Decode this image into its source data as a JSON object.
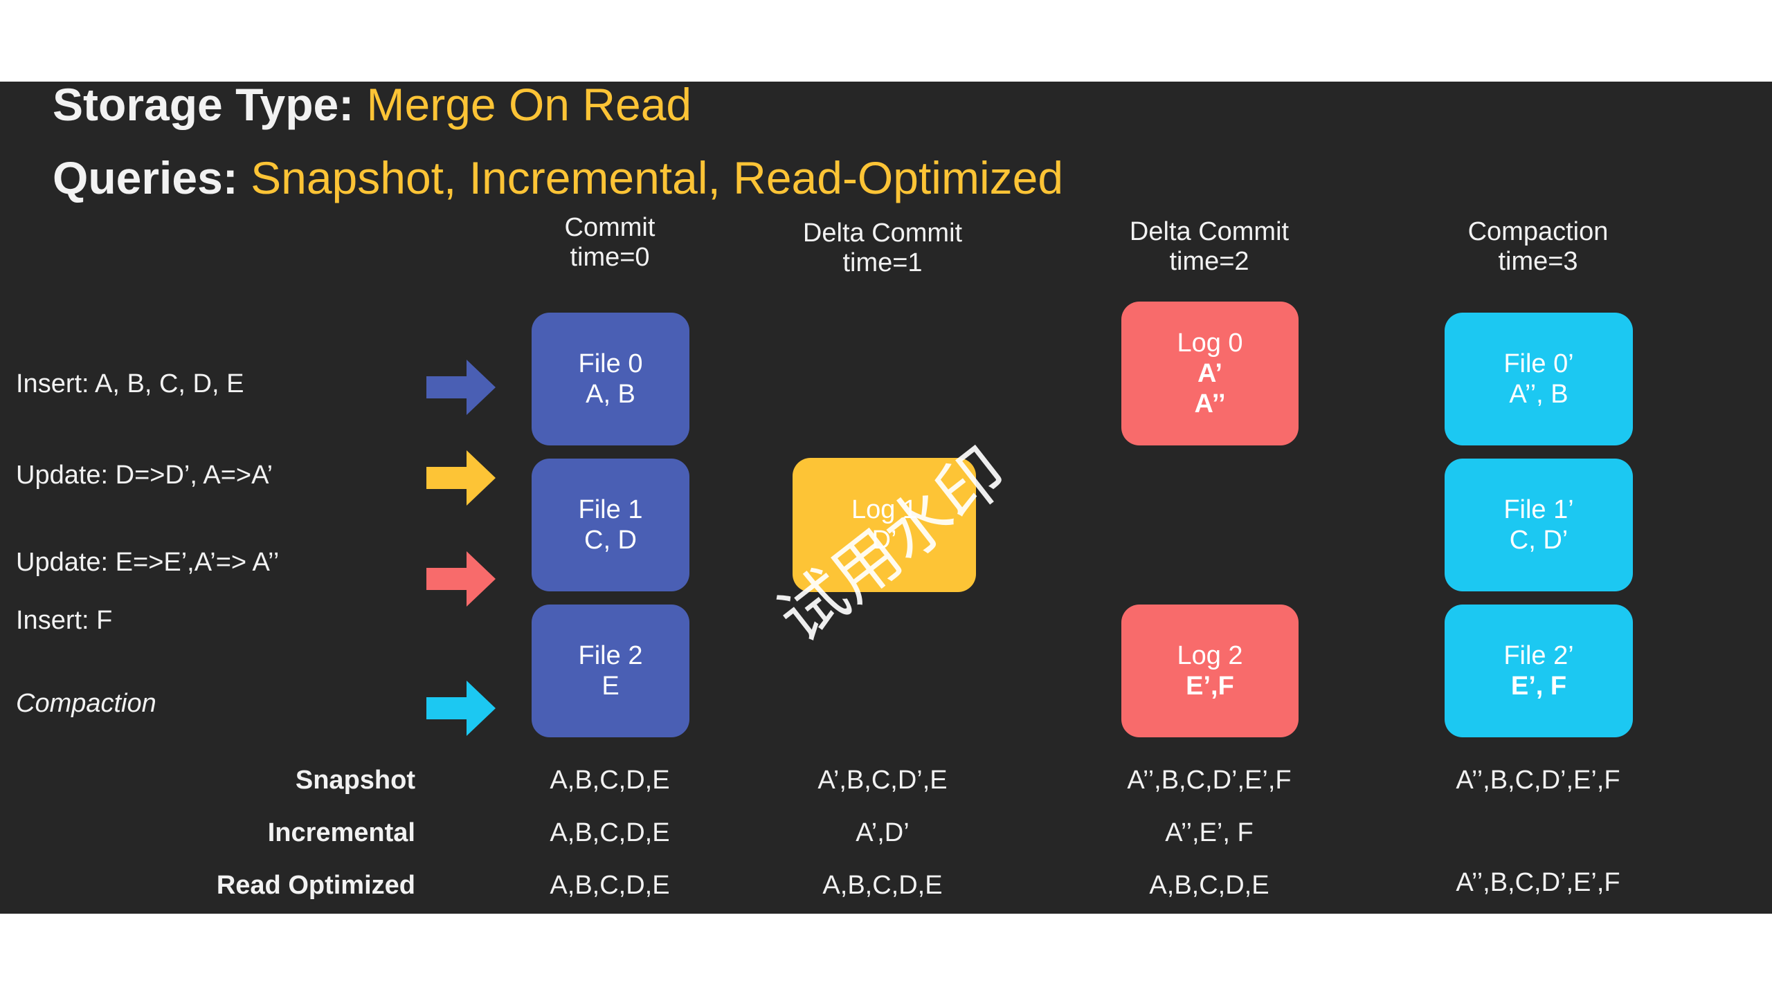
{
  "title": {
    "storage_label": "Storage Type",
    "storage_colon": ": ",
    "storage_value": "Merge On Read",
    "queries_label": "Queries: ",
    "queries_value": "Snapshot, Incremental, Read-Optimized"
  },
  "columns": [
    {
      "line1": "Commit",
      "line2": "time=0"
    },
    {
      "line1": "Delta Commit",
      "line2": "time=1"
    },
    {
      "line1": "Delta Commit",
      "line2": "time=2"
    },
    {
      "line1": "Compaction",
      "line2": "time=3"
    }
  ],
  "operations": [
    {
      "label": "Insert: A, B, C, D, E",
      "arrow_color": "#4a5fb4"
    },
    {
      "label": "Update: D=>D’, A=>A’",
      "arrow_color": "#fdc436"
    },
    {
      "label": "Update: E=>E’,A’=> A’’",
      "arrow_color": "#f86b6b"
    },
    {
      "label": "Insert:   F"
    },
    {
      "label": "Compaction",
      "arrow_color": "#1cc8f2"
    }
  ],
  "boxes": {
    "file0": {
      "line1": "File 0",
      "line2": "A, B"
    },
    "file1": {
      "line1": "File 1",
      "line2": "C, D"
    },
    "file2": {
      "line1": "File 2",
      "line2": "E"
    },
    "log1": {
      "line1": "Log 1",
      "line2": "D’"
    },
    "log0": {
      "line1": "Log 0",
      "line2": "A’",
      "line3": "A’’"
    },
    "log2": {
      "line1": "Log 2",
      "line2": "E’,F"
    },
    "file0p": {
      "line1": "File 0’",
      "line2": "A’’, B"
    },
    "file1p": {
      "line1": "File 1’",
      "line2": "C, D’"
    },
    "file2p": {
      "line1": "File 2’",
      "line2": "E’, F"
    }
  },
  "colors": {
    "blue_box": "#4a5fb4",
    "yellow_box": "#fdc436",
    "red_box": "#f86b6b",
    "cyan_box": "#1cc8f2",
    "accent_text": "#fdc436"
  },
  "results": [
    {
      "label": "Snapshot",
      "values": [
        "A,B,C,D,E",
        "A’,B,C,D’,E",
        "A’’,B,C,D’,E’,F",
        "A’’,B,C,D’,E’,F"
      ]
    },
    {
      "label": "Incremental",
      "values": [
        "A,B,C,D,E",
        "A’,D’",
        "A’’,E’, F",
        ""
      ]
    },
    {
      "label": "Read Optimized",
      "values": [
        "A,B,C,D,E",
        "A,B,C,D,E",
        "A,B,C,D,E",
        "A’’,B,C,D’,E’,F"
      ]
    }
  ],
  "watermark": "试用水印"
}
